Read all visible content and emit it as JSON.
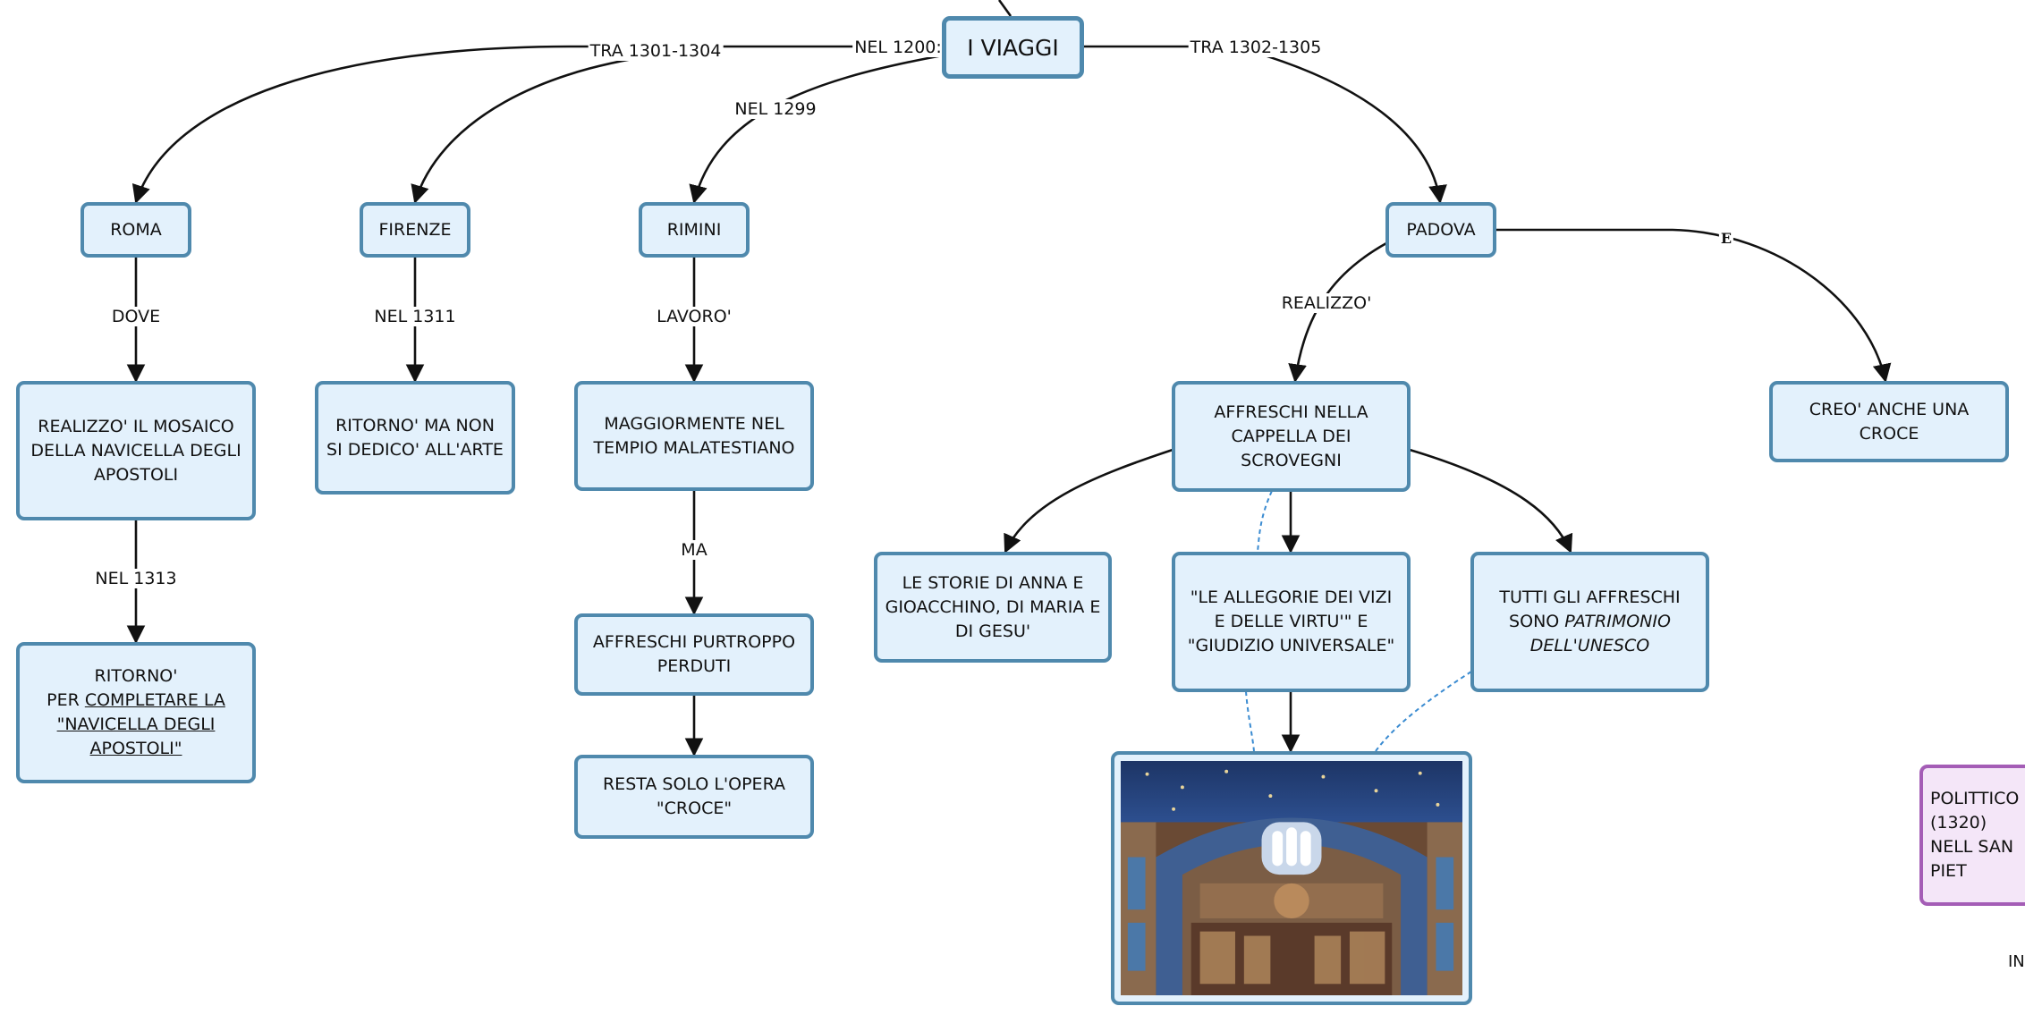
{
  "nodes": {
    "root": "I VIAGGI",
    "roma": "ROMA",
    "firenze": "FIRENZE",
    "rimini": "RIMINI",
    "padova": "PADOVA",
    "roma_1": "REALIZZO' IL MOSAICO DELLA NAVICELLA DEGLI APOSTOLI",
    "roma_2_a": "RITORNO'",
    "roma_2_b": "PER ",
    "roma_2_c": "COMPLETARE LA \"NAVICELLA DEGLI APOSTOLI\"",
    "firenze_1": "RITORNO' MA NON SI DEDICO' ALL'ARTE",
    "rimini_1": "MAGGIORMENTE NEL TEMPIO MALATESTIANO",
    "rimini_2": "AFFRESCHI PURTROPPO PERDUTI",
    "rimini_3": "RESTA SOLO L'OPERA \"CROCE\"",
    "padova_1": "AFFRESCHI NELLA CAPPELLA DEI SCROVEGNI",
    "padova_2": "CREO' ANCHE UNA CROCE",
    "padova_1a": "LE STORIE DI ANNA E GIOACCHINO, DI MARIA E DI GESU'",
    "padova_1b": "\"LE ALLEGORIE DEI VIZI E DELLE VIRTU'\" E \"GIUDIZIO UNIVERSALE\"",
    "padova_1c_a": "TUTTI GLI AFFRESCHI SONO ",
    "padova_1c_b": "PATRIMONIO DELL'UNESCO",
    "purple": "POLITTICO (1320) NELL SAN PIET",
    "edge_corner": "IN"
  },
  "labels": {
    "tra_1301": "TRA 1301-1304",
    "nel_1200": "NEL 1200:",
    "tra_1302": "TRA 1302-1305",
    "nel_1299": "NEL 1299",
    "dove": "DOVE",
    "nel_1311": "NEL 1311",
    "lavoro": "LAVORO'",
    "realizzo": "REALIZZO'",
    "e": "E",
    "nel_1313": "NEL 1313",
    "ma": "MA"
  },
  "photo": {
    "subject": "fresco-chapel-interior"
  },
  "colors": {
    "node_fill": "#e3f1fc",
    "node_border": "#4f89ad",
    "purple_fill": "#f4e6f8",
    "purple_border": "#a45db6",
    "dashed": "#3a8bd1"
  }
}
